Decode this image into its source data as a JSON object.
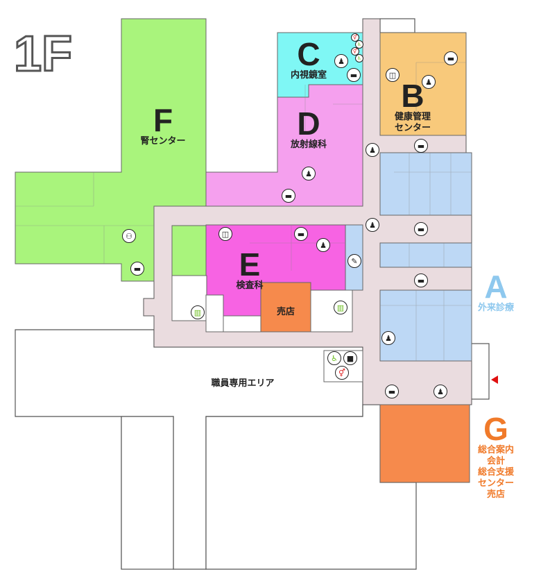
{
  "floor": "1F",
  "areas": {
    "A": {
      "letter": "A",
      "name": "外来診療",
      "color": "#8ec8ee"
    },
    "B": {
      "letter": "B",
      "name_lines": [
        "健康管理",
        "センター"
      ]
    },
    "C": {
      "letter": "C",
      "name": "内視鏡室"
    },
    "D": {
      "letter": "D",
      "name": "放射線科"
    },
    "E": {
      "letter": "E",
      "name": "検査科"
    },
    "F": {
      "letter": "F",
      "name": "腎センター"
    },
    "G": {
      "letter": "G",
      "name_lines": [
        "総合案内",
        "会計",
        "総合支援",
        "センター",
        "売店"
      ],
      "color": "#f07a2a"
    }
  },
  "shop": "売店",
  "staff_area": "職員専用エリア",
  "colors": {
    "green": "#a9f47c",
    "cyan": "#7ff7f5",
    "pink": "#f5a0ee",
    "magenta": "#f763e3",
    "orange_light": "#f8c97b",
    "blue": "#bdd8f5",
    "corridor": "#eadcdf",
    "orange": "#f68a4c"
  }
}
